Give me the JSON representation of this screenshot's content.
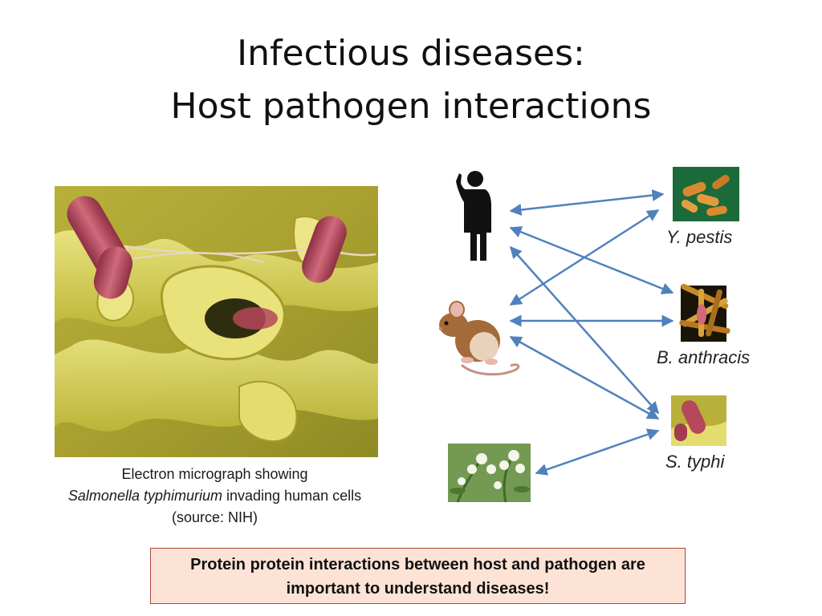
{
  "slide": {
    "title_line1": "Infectious diseases:",
    "title_line2": "Host pathogen interactions"
  },
  "micrograph": {
    "caption_line1": "Electron micrograph showing",
    "caption_line2_italic": "Salmonella typhimurium",
    "caption_line2_rest": " invading human cells",
    "caption_line3": "(source: NIH)"
  },
  "hosts": [
    {
      "name": "human",
      "icon": "human-silhouette-icon"
    },
    {
      "name": "mouse",
      "icon": "mouse-icon"
    },
    {
      "name": "plant",
      "icon": "plant-icon"
    }
  ],
  "pathogens": [
    {
      "label": "Y. pestis",
      "icon": "y-pestis-bacteria-icon"
    },
    {
      "label": "B. anthracis",
      "icon": "b-anthracis-bacteria-icon"
    },
    {
      "label": "S. typhi",
      "icon": "s-typhi-bacteria-icon"
    }
  ],
  "interactions": [
    [
      "human",
      "Y. pestis"
    ],
    [
      "human",
      "B. anthracis"
    ],
    [
      "human",
      "S. typhi"
    ],
    [
      "mouse",
      "Y. pestis"
    ],
    [
      "mouse",
      "B. anthracis"
    ],
    [
      "mouse",
      "S. typhi"
    ],
    [
      "plant",
      "S. typhi"
    ]
  ],
  "note": {
    "line1": "Protein protein interactions between host and pathogen are",
    "line2": "important to understand diseases!"
  },
  "colors": {
    "arrow": "#4f81bd",
    "note_fill": "#fde3d6",
    "note_border": "#b0433c",
    "micrograph_membrane": "#c9c23a",
    "bacteria_red": "#b5485a"
  }
}
